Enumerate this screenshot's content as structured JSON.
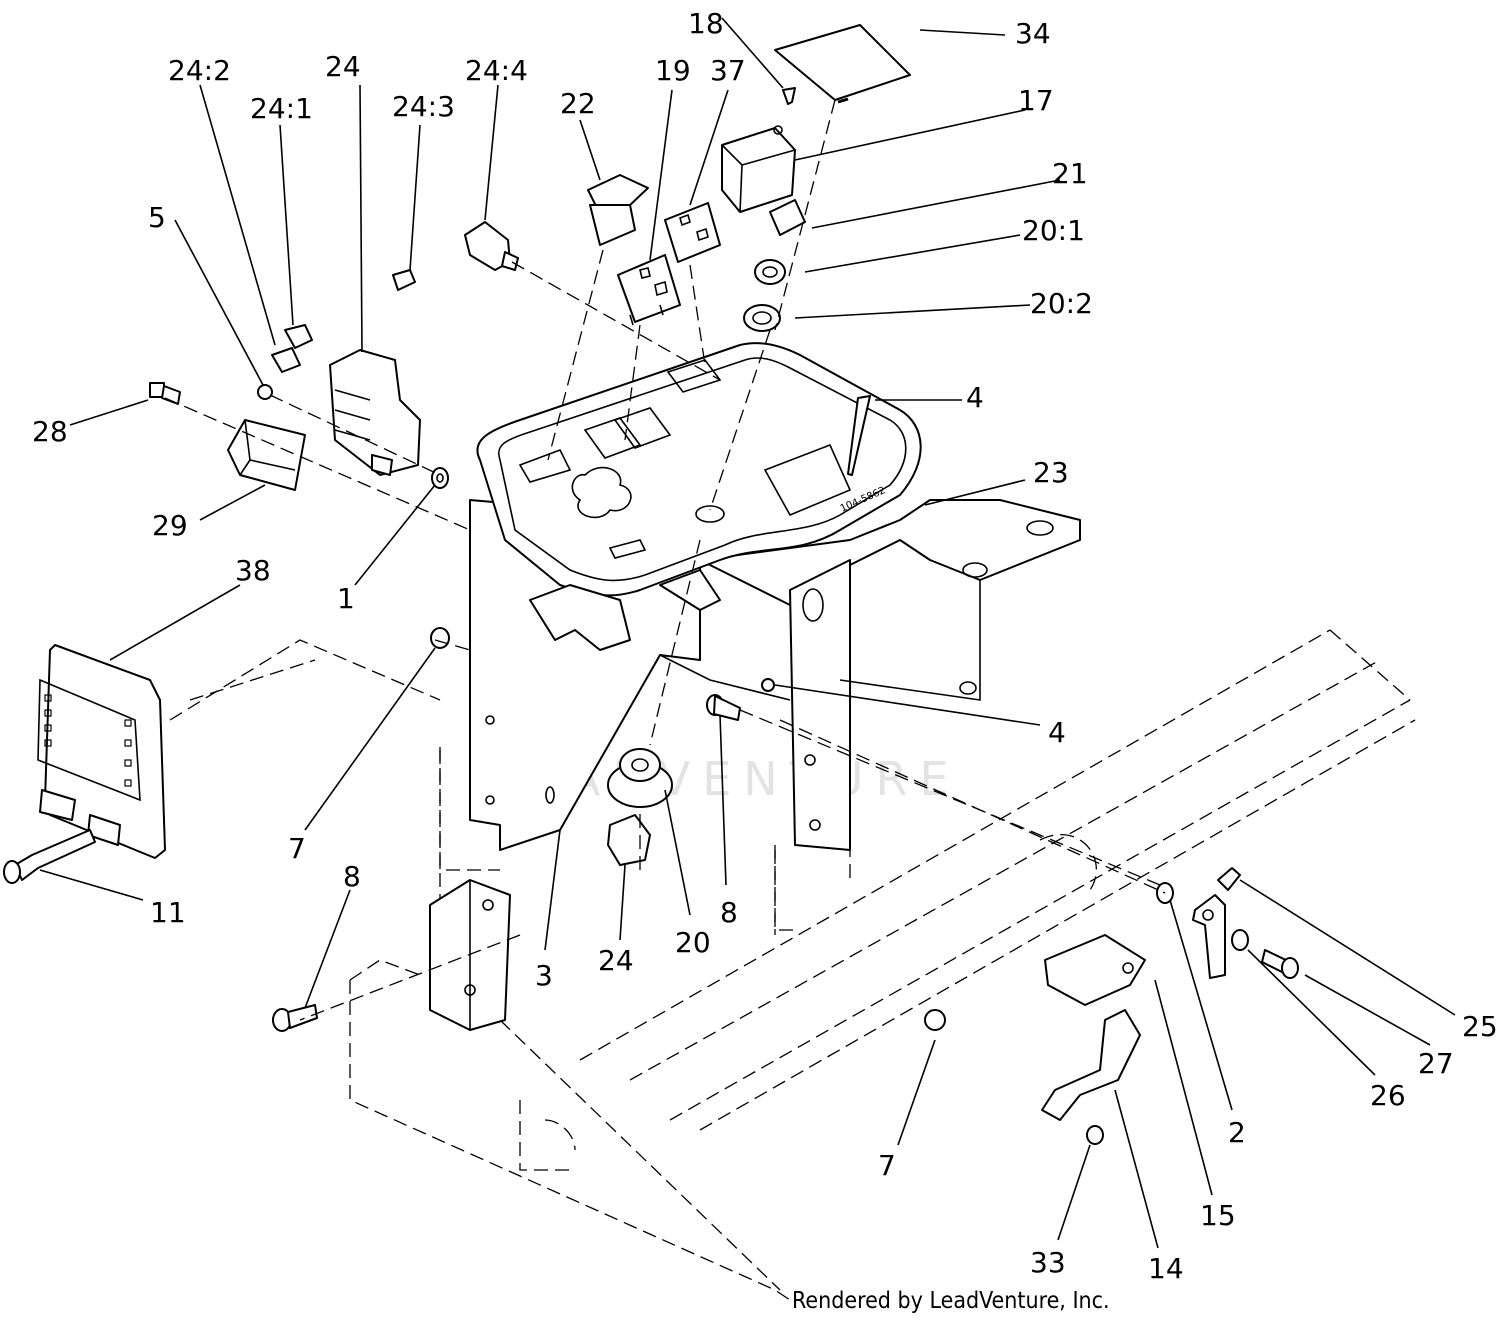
{
  "title": "",
  "credit": "Rendered by LeadVenture, Inc.",
  "watermark": "LEADVENTURE",
  "decal_code": "104-5862",
  "callouts": [
    {
      "id": "c18",
      "text": "18"
    },
    {
      "id": "c34",
      "text": "34"
    },
    {
      "id": "c24_2",
      "text": "24:2"
    },
    {
      "id": "c24a",
      "text": "24"
    },
    {
      "id": "c24_4",
      "text": "24:4"
    },
    {
      "id": "c19",
      "text": "19"
    },
    {
      "id": "c37",
      "text": "37"
    },
    {
      "id": "c17",
      "text": "17"
    },
    {
      "id": "c24_1",
      "text": "24:1"
    },
    {
      "id": "c24_3",
      "text": "24:3"
    },
    {
      "id": "c22",
      "text": "22"
    },
    {
      "id": "c21",
      "text": "21"
    },
    {
      "id": "c20_1",
      "text": "20:1"
    },
    {
      "id": "c5",
      "text": "5"
    },
    {
      "id": "c20_2",
      "text": "20:2"
    },
    {
      "id": "c4a",
      "text": "4"
    },
    {
      "id": "c28",
      "text": "28"
    },
    {
      "id": "c23",
      "text": "23"
    },
    {
      "id": "c29",
      "text": "29"
    },
    {
      "id": "c38",
      "text": "38"
    },
    {
      "id": "c1",
      "text": "1"
    },
    {
      "id": "c4b",
      "text": "4"
    },
    {
      "id": "c7a",
      "text": "7"
    },
    {
      "id": "c8a",
      "text": "8"
    },
    {
      "id": "c11",
      "text": "11"
    },
    {
      "id": "c8b",
      "text": "8"
    },
    {
      "id": "c3",
      "text": "3"
    },
    {
      "id": "c24b",
      "text": "24"
    },
    {
      "id": "c20",
      "text": "20"
    },
    {
      "id": "c25",
      "text": "25"
    },
    {
      "id": "c27",
      "text": "27"
    },
    {
      "id": "c26",
      "text": "26"
    },
    {
      "id": "c2",
      "text": "2"
    },
    {
      "id": "c15",
      "text": "15"
    },
    {
      "id": "c7b",
      "text": "7"
    },
    {
      "id": "c33",
      "text": "33"
    },
    {
      "id": "c14",
      "text": "14"
    }
  ]
}
